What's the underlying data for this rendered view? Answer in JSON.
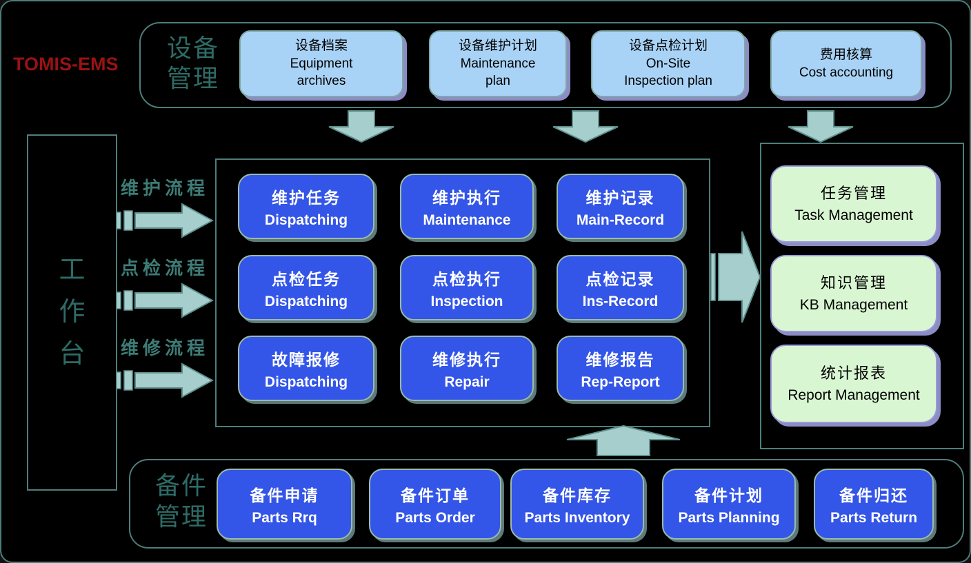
{
  "logo": "TOMIS-EMS",
  "colors": {
    "background": "#000000",
    "outline_teal": "#4E7E7B",
    "section_label_teal": "#2E6B66",
    "flow_label_teal": "#3E7C76",
    "logo_red": "#9B1212",
    "process_box_blue": "#3355E8",
    "equipment_box_light_blue": "#A9D3F6",
    "output_box_light_green": "#D9F6D2",
    "arrow_fill": "#A5CECC",
    "arrow_stroke": "#5E908C"
  },
  "equipment_section": {
    "label": "设备\n管理",
    "boxes": [
      {
        "zh": "设备档案",
        "en": "Equipment\narchives"
      },
      {
        "zh": "设备维护计划",
        "en": "Maintenance\nplan"
      },
      {
        "zh": "设备点检计划",
        "en": "On-Site\nInspection plan"
      },
      {
        "zh": "费用核算",
        "en": "Cost accounting"
      }
    ]
  },
  "workbench": {
    "label": "工\n作\n台"
  },
  "flows": [
    {
      "label": "维护流程"
    },
    {
      "label": "点检流程"
    },
    {
      "label": "维修流程"
    }
  ],
  "grid": {
    "boxes": [
      {
        "zh": "维护任务",
        "en": "Dispatching"
      },
      {
        "zh": "维护执行",
        "en": "Maintenance"
      },
      {
        "zh": "维护记录",
        "en": "Main-Record"
      },
      {
        "zh": "点检任务",
        "en": "Dispatching"
      },
      {
        "zh": "点检执行",
        "en": "Inspection"
      },
      {
        "zh": "点检记录",
        "en": "Ins-Record"
      },
      {
        "zh": "故障报修",
        "en": "Dispatching"
      },
      {
        "zh": "维修执行",
        "en": "Repair"
      },
      {
        "zh": "维修报告",
        "en": "Rep-Report"
      }
    ]
  },
  "output_section": {
    "boxes": [
      {
        "zh": "任务管理",
        "en": "Task Management"
      },
      {
        "zh": "知识管理",
        "en": "KB Management"
      },
      {
        "zh": "统计报表",
        "en": "Report Management"
      }
    ]
  },
  "parts_section": {
    "label": "备件\n管理",
    "boxes": [
      {
        "zh": "备件申请",
        "en": "Parts Rrq"
      },
      {
        "zh": "备件订单",
        "en": "Parts Order"
      },
      {
        "zh": "备件库存",
        "en": "Parts Inventory"
      },
      {
        "zh": "备件计划",
        "en": "Parts Planning"
      },
      {
        "zh": "备件归还",
        "en": "Parts Return"
      }
    ]
  },
  "icons": {
    "down_arrow": "block arrow pointing down",
    "up_arrow": "block arrow pointing up",
    "right_arrow": "block arrow pointing right",
    "flow_arrow": "striped block arrow pointing right"
  }
}
